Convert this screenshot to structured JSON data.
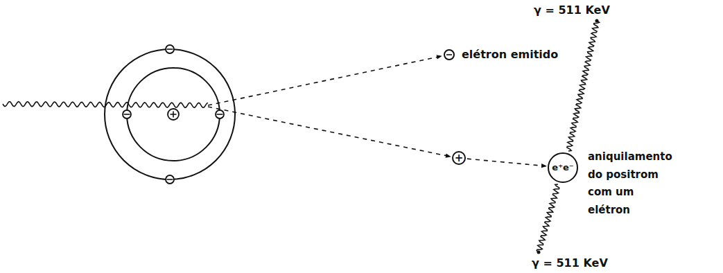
{
  "diagram": {
    "nodes": [
      {
        "text": [
          "elétron emitido"
        ]
      },
      {
        "text": [
          "+"
        ]
      },
      {
        "text": [
          "e⁺e⁻",
          "aniquilamento do positrom com um elétron"
        ]
      }
    ],
    "edges": [
      {
        "from": 1,
        "to": 2,
        "arrow": "to"
      }
    ],
    "labels": [
      "γ = 511 KeV",
      "γ = 511 KeV"
    ]
  }
}
